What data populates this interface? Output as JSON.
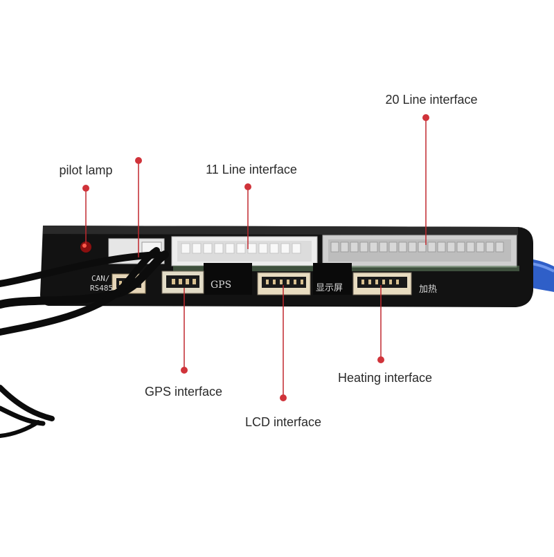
{
  "callouts": {
    "pilot_lamp": "pilot lamp",
    "line11": "11 Line interface",
    "line20": "20 Line interface",
    "gps": "GPS interface",
    "lcd": "LCD interface",
    "heating": "Heating interface"
  },
  "silkscreen": {
    "can": "CAN/",
    "rs485": "RS485",
    "gps": "GPS",
    "lcd_cn": "显示屏",
    "heat_cn": "加热"
  },
  "colors": {
    "callout_line": "#c0272d",
    "callout_dot": "#d0333a",
    "board": "#121212",
    "cable": "#2f5fc8"
  }
}
